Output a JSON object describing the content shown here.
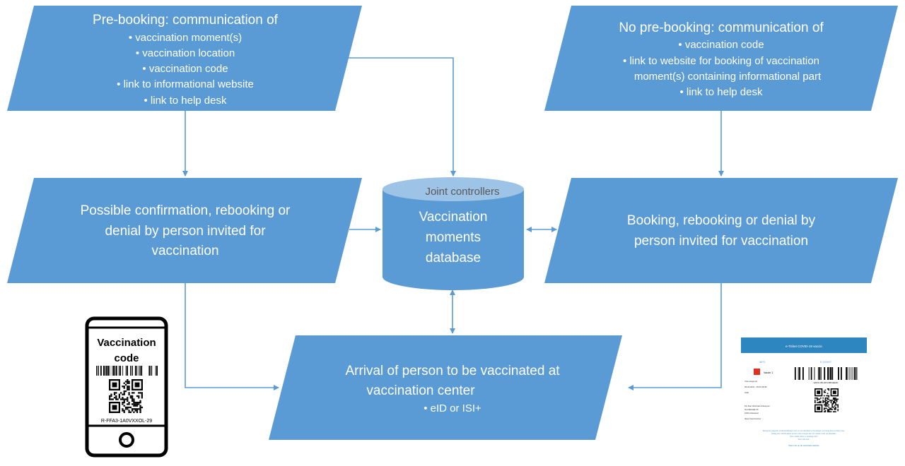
{
  "colors": {
    "box": "#5b9bd5",
    "box_text": "#ffffff",
    "cylinder_top": "#9dc3e6",
    "cylinder_label": "#595959",
    "connector": "#5b9bd5"
  },
  "prebooking": {
    "title": "Pre-booking: communication of",
    "items": [
      "vaccination moment(s)",
      "vaccination location",
      "vaccination code",
      "link to informational website",
      "link to help desk"
    ]
  },
  "no_prebooking": {
    "title": "No pre-booking: communication of",
    "items": [
      "vaccination code",
      "link to website for booking of vaccination",
      "moment(s) containing informational part",
      "link to help desk"
    ]
  },
  "confirmation_box": {
    "lines": [
      "Possible confirmation, rebooking or",
      "denial by person invited for",
      "vaccination"
    ]
  },
  "booking_box": {
    "lines": [
      "Booking, rebooking or denial by",
      "person invited for vaccination"
    ]
  },
  "database": {
    "top_label": "Joint controllers",
    "lines": [
      "Vaccination",
      "moments",
      "database"
    ]
  },
  "arrival_box": {
    "lines": [
      "Arrival of person to be vaccinated at",
      "vaccination center"
    ],
    "bullet": "eID or ISI+"
  },
  "phone": {
    "title_lines": [
      "Vaccination",
      "code"
    ],
    "code": "R-FFA3-1A0VXXOL-29",
    "icon": "smartphone-icon"
  },
  "eticket": {
    "header": "e-Ticket COVID-19 vaccin",
    "info_label": "INFO",
    "ticket_label": "E-TICKET",
    "dose_label": "Vaccin 1",
    "info_lines": [
      "Vrai Langenuit",
      "09-02-2021 - 09:15-09:30",
      "Volle",
      "Dix Rue Vaccinati Antwerpen",
      "Noordlandijk 40",
      "2100 Antwerpen",
      "https://vaccinat.be/"
    ],
    "barcode_text": "VAKS-OB-1IP4-B3C2EAD",
    "footer_lines": [
      "Breng het paspoort of identiteitskaart mee om uw identiteit te bevestigen en breng deze e-ticket mee.",
      "Draag een mondmasker en kom niet vroeger dan 10 minuten voor uw afspraak.",
      "Door ziekte, komt u vandaag niet?",
      "Kom niet ziek."
    ],
    "footer_link": "Meer info op de vaccinatie website"
  }
}
